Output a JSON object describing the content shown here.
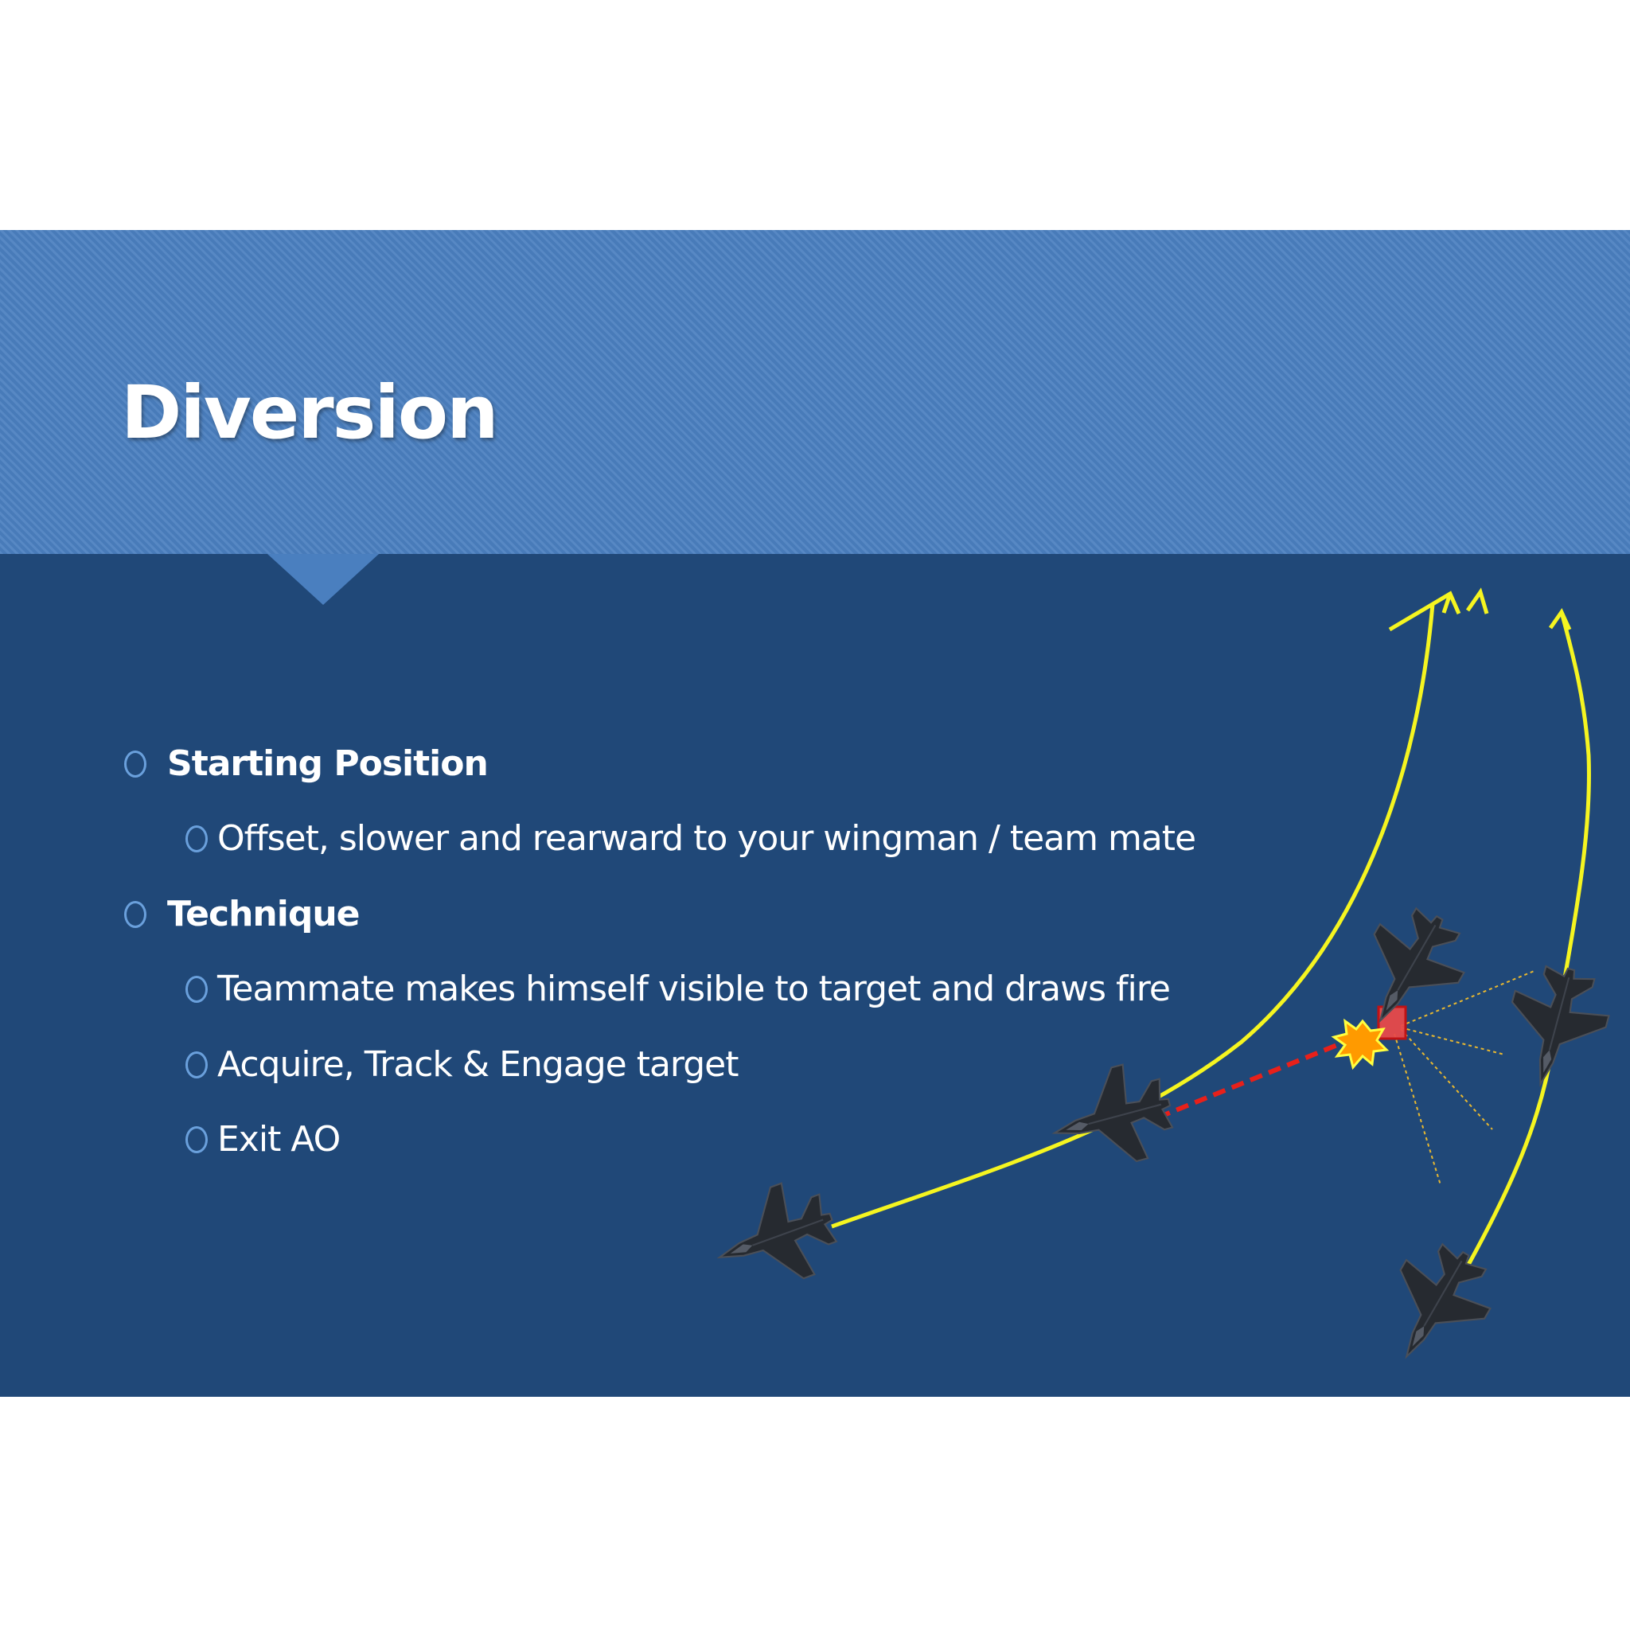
{
  "slide": {
    "title": "Diversion",
    "bullets": [
      {
        "level": 1,
        "text": "Starting Position"
      },
      {
        "level": 2,
        "text": "Offset, slower and rearward to your wingman / team mate"
      },
      {
        "level": 1,
        "text": "Technique"
      },
      {
        "level": 2,
        "text": "Teammate makes himself visible to target and draws fire"
      },
      {
        "level": 2,
        "text": "Acquire, Track & Engage target"
      },
      {
        "level": 2,
        "text": "Exit AO"
      }
    ]
  },
  "diagram": {
    "icons": [
      "jet-icon",
      "explosion-icon",
      "target-icon",
      "arrowhead-icon"
    ],
    "colors": {
      "title_band": "#4a7fbf",
      "body_panel": "#204878",
      "flight_path": "#f5f520",
      "fire_line": "#e8201a",
      "sight_lines": "#e8b830",
      "explosion_fill": "#ff9a00",
      "explosion_outline": "#ffff40",
      "target_fill": "#e84a4a",
      "jet": "#262a30",
      "bullet_marker": "#6aa0dc"
    }
  }
}
